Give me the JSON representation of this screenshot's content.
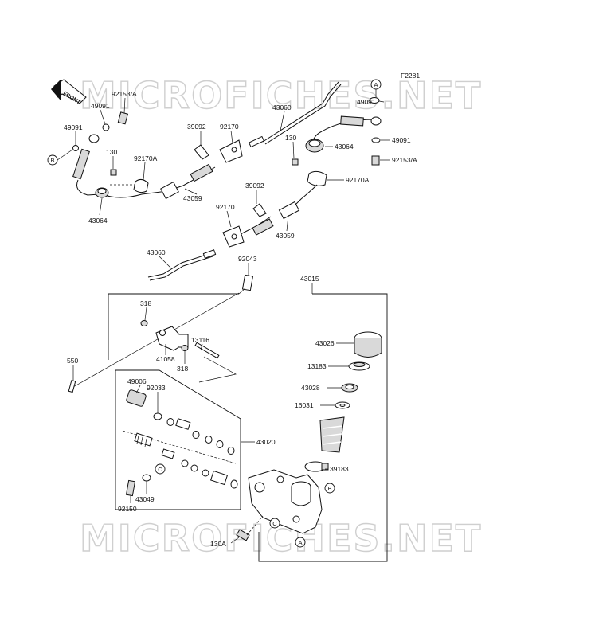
{
  "figure": {
    "code": "F2281",
    "watermark": "MICROFICHES.NET",
    "front_arrow": "FRONT"
  },
  "refs": [
    "A",
    "B",
    "C"
  ],
  "parts": {
    "p43060_upper": "43060",
    "p43060_lower": "43060",
    "p43064_left": "43064",
    "p43064_right": "43064",
    "p49091_left_top": "49091",
    "p49091_left": "49091",
    "p49091_right_top": "49091",
    "p49091_right": "49091",
    "p92153a_left": "92153/A",
    "p92153a_right": "92153/A",
    "p130_left": "130",
    "p130_right": "130",
    "p130a": "130A",
    "p92170a_left": "92170A",
    "p92170a_right": "92170A",
    "p39092_upper": "39092",
    "p39092_lower": "39092",
    "p92170_upper": "92170",
    "p92170_lower": "92170",
    "p43059_upper": "43059",
    "p43059_lower": "43059",
    "p92043": "92043",
    "p43015": "43015",
    "p318_upper": "318",
    "p318_lower": "318",
    "p41058": "41058",
    "p13116": "13116",
    "p550": "550",
    "p43026": "43026",
    "p13183": "13183",
    "p43028": "43028",
    "p16031": "16031",
    "p49006": "49006",
    "p92033": "92033",
    "p43020": "43020",
    "p39183": "39183",
    "p43049": "43049",
    "p92150": "92150"
  }
}
